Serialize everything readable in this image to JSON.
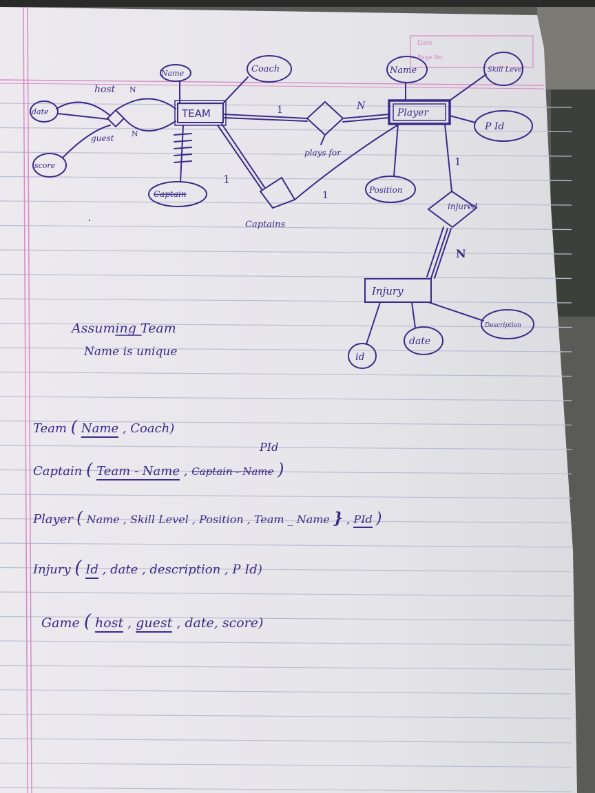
{
  "page_header": {
    "date_label": "Date",
    "page_label": "Page No."
  },
  "er_diagram": {
    "entities": {
      "team": "TEAM",
      "player": "Player",
      "injury": "Injury"
    },
    "relationships": {
      "plays_for": "plays for",
      "captains": "Captains",
      "injured": "injured"
    },
    "attributes": {
      "team_name": "Name",
      "coach": "Coach",
      "captain": "Captain",
      "player_name": "Name",
      "skill_level": "Skill Level",
      "pid": "P Id",
      "position": "Position",
      "injury_id": "id",
      "injury_date": "date",
      "description": "Description",
      "game_date": "date",
      "score": "score"
    },
    "game_edges": {
      "host": "host",
      "guest": "guest",
      "host_card": "N",
      "guest_card": "N"
    },
    "cardinalities": {
      "team_plays": "1",
      "player_plays": "N",
      "team_captains": "1",
      "player_captains": "1",
      "player_injured": "1",
      "injury_injured": "N"
    }
  },
  "assumption": {
    "line1": "Assuming Team",
    "line2": "Name is unique"
  },
  "schema": {
    "team": {
      "table": "Team",
      "open": "(",
      "key": "Name",
      "rest": ", Coach)"
    },
    "captain": {
      "table": "Captain",
      "open": "(",
      "key": "Team - Name",
      "sep": ",",
      "struck": "Captain - Name",
      "close": ")",
      "insert": "PId"
    },
    "player": {
      "table": "Player",
      "open": "(",
      "fields": "Name , Skill Level , Position , Team _ Name",
      "brace": "}",
      "sep": ",",
      "key": "PId",
      "close": ")"
    },
    "injury": {
      "table": "Injury",
      "open": "(",
      "key": "Id",
      "rest": ", date , description , P Id)"
    },
    "game": {
      "table": "Game",
      "open": "(",
      "key1": "host",
      "sep": ",",
      "key2": "guest",
      "rest": ", date, score)"
    }
  }
}
